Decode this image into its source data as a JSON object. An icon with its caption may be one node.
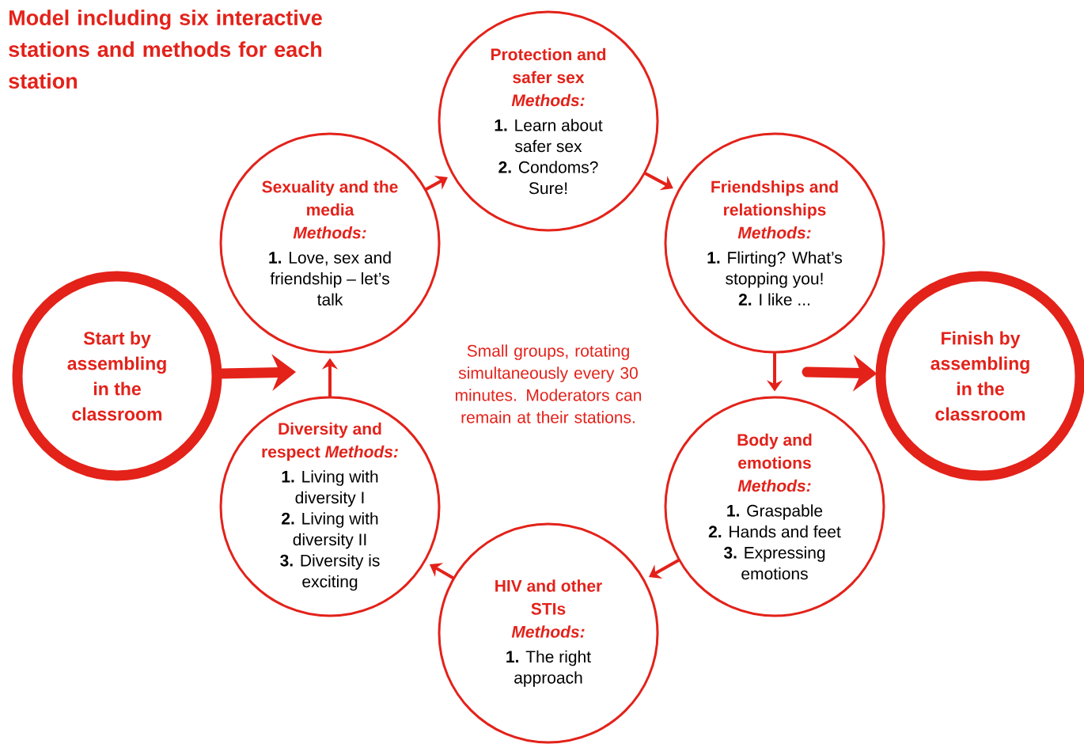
{
  "diagram": {
    "title": "Model including six interactive stations and methods for each station",
    "nodes": [
      {
        "text": [
          "Start by assembling in the classroom"
        ]
      },
      {
        "text": [
          "Sexuality and the media",
          "Methods:",
          "**1.** Love, sex and friendship – let’s talk"
        ]
      },
      {
        "text": [
          "Protection and safer sex",
          "Methods:",
          "**1.** Learn about safer sex",
          "**2.** Condoms? Sure!"
        ]
      },
      {
        "text": [
          "Friendships and relationships",
          "Methods:",
          "**1.** Flirting? What’s stopping you!",
          "**2.** I like ..."
        ]
      },
      {
        "text": [
          "Finish by assembling in the classroom"
        ]
      },
      {
        "text": [
          "Diversity and respect",
          "Methods:",
          "**1.** Living with diversity I",
          "**2.** Living with diversity II",
          "**3.** Diversity is exciting"
        ]
      },
      {
        "text": [
          "Body and emotions",
          "Methods:",
          "**1.** Graspable",
          "**2.** Hands and feet",
          "**3.** Expressing emotions"
        ]
      },
      {
        "text": [
          "HIV and other STIs",
          "Methods:",
          "**1.** The right approach"
        ]
      }
    ],
    "edges": [
      {
        "from": 0,
        "to": null,
        "arrow": "to",
        "style": "thick"
      },
      {
        "from": 5,
        "to": 1,
        "arrow": "to"
      },
      {
        "from": 1,
        "to": 2,
        "arrow": "to"
      },
      {
        "from": 2,
        "to": 3,
        "arrow": "to"
      },
      {
        "from": 3,
        "to": 6,
        "arrow": "to"
      },
      {
        "from": null,
        "to": 4,
        "arrow": "to",
        "style": "thick"
      },
      {
        "from": 6,
        "to": 7,
        "arrow": "to"
      },
      {
        "from": 7,
        "to": 5,
        "arrow": "to"
      }
    ],
    "labels": [
      "Small groups, rotating simultaneously every 30 minutes. Moderators can remain at their stations."
    ]
  }
}
